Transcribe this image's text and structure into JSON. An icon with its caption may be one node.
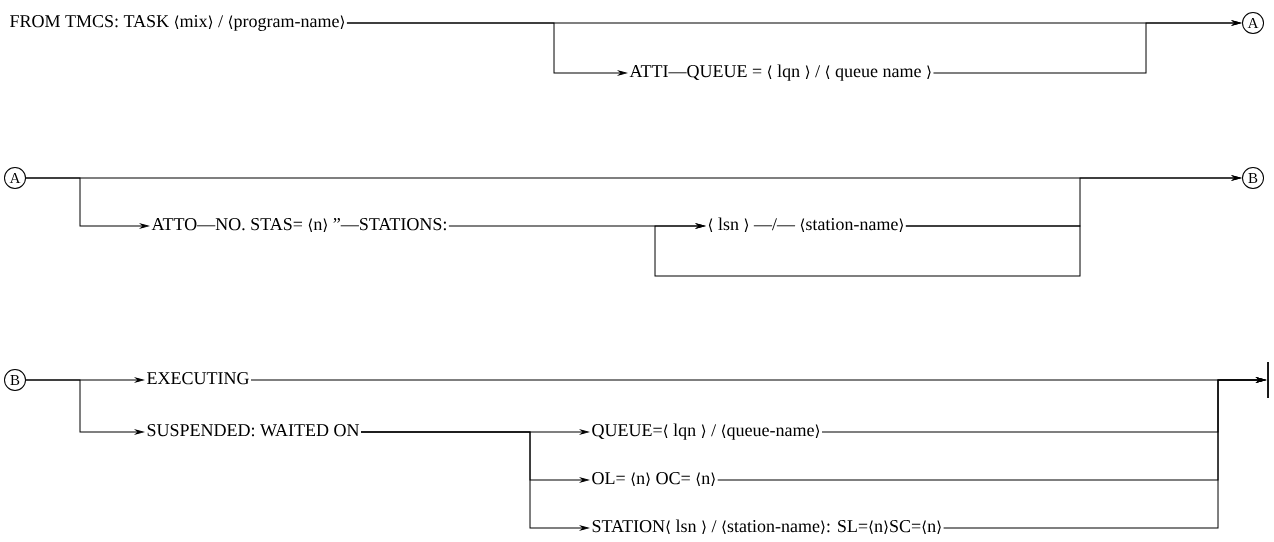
{
  "diagram": {
    "nodes": [
      {
        "text": [
          "FROM TMCS: TASK ⟨mix⟩ / ⟨program-name⟩"
        ]
      },
      {
        "text": [
          "ATTI—QUEUE = ⟨ lqn ⟩ / ⟨ queue name ⟩"
        ]
      },
      {
        "text": [
          "A"
        ]
      },
      {
        "text": [
          "A"
        ]
      },
      {
        "text": [
          "ATTO—NO. STAS= ⟨n⟩ ”—STATIONS:"
        ]
      },
      {
        "text": [
          "⟨ lsn ⟩ —/— ⟨station-name⟩"
        ]
      },
      {
        "text": [
          "B"
        ]
      },
      {
        "text": [
          "B"
        ]
      },
      {
        "text": [
          "EXECUTING"
        ]
      },
      {
        "text": [
          "SUSPENDED: WAITED ON"
        ]
      },
      {
        "text": [
          "QUEUE=⟨ lqn ⟩ / ⟨queue-name⟩"
        ]
      },
      {
        "text": [
          "OL= ⟨n⟩    OC= ⟨n⟩"
        ]
      },
      {
        "text": [
          "STATION⟨ lsn ⟩ / ⟨station-name⟩: SL=⟨n⟩SC=⟨n⟩"
        ]
      },
      {
        "text": [],
        "shape": "bar"
      }
    ],
    "edges": [
      {
        "from": 0,
        "to": 2,
        "arrow": "to"
      },
      {
        "from": 0,
        "to": 1,
        "arrow": "to"
      },
      {
        "from": 1,
        "to": 2,
        "arrow": "to"
      },
      {
        "from": 3,
        "to": 6,
        "arrow": "to"
      },
      {
        "from": 3,
        "to": 4,
        "arrow": "to"
      },
      {
        "from": 4,
        "to": 5,
        "arrow": "to"
      },
      {
        "from": 5,
        "to": 5,
        "arrow": "to"
      },
      {
        "from": 5,
        "to": 6,
        "arrow": "to"
      },
      {
        "from": 7,
        "to": 8,
        "arrow": "to"
      },
      {
        "from": 7,
        "to": 9,
        "arrow": "to"
      },
      {
        "from": 8,
        "to": 13,
        "arrow": "to"
      },
      {
        "from": 9,
        "to": 10,
        "arrow": "to"
      },
      {
        "from": 9,
        "to": 11,
        "arrow": "to"
      },
      {
        "from": 9,
        "to": 12,
        "arrow": "to"
      },
      {
        "from": 10,
        "to": 13,
        "arrow": "to"
      },
      {
        "from": 11,
        "to": 13,
        "arrow": "to"
      },
      {
        "from": 12,
        "to": 13,
        "arrow": "to"
      }
    ]
  }
}
